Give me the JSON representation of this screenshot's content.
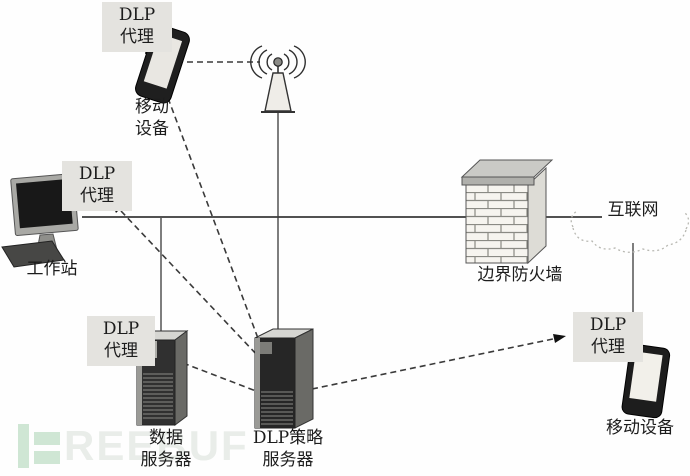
{
  "nodes": {
    "mobile_top_agent": {
      "line1": "DLP",
      "line2": "代理"
    },
    "mobile_top": {
      "line1": "移动",
      "line2": "设备"
    },
    "workstation_agent": {
      "line1": "DLP",
      "line2": "代理"
    },
    "workstation": {
      "label": "工作站"
    },
    "data_server_agent": {
      "line1": "DLP",
      "line2": "代理"
    },
    "data_server": {
      "line1": "数据",
      "line2": "服务器"
    },
    "policy_server": {
      "line1": "DLP策略",
      "line2": "服务器"
    },
    "firewall": {
      "label": "边界防火墙"
    },
    "internet": {
      "label": "互联网"
    },
    "mobile_bottom_agent": {
      "line1": "DLP",
      "line2": "代理"
    },
    "mobile_bottom": {
      "label": "移动设备"
    }
  },
  "watermark": {
    "brand": "FREEBUF",
    "text_after_logo": "REEBUF"
  },
  "colors": {
    "connector": "#3a3a3a",
    "agent_label_bg": "#e4e3df",
    "watermark_green": "#cfe6d4",
    "watermark_gray": "#e9ede9"
  }
}
